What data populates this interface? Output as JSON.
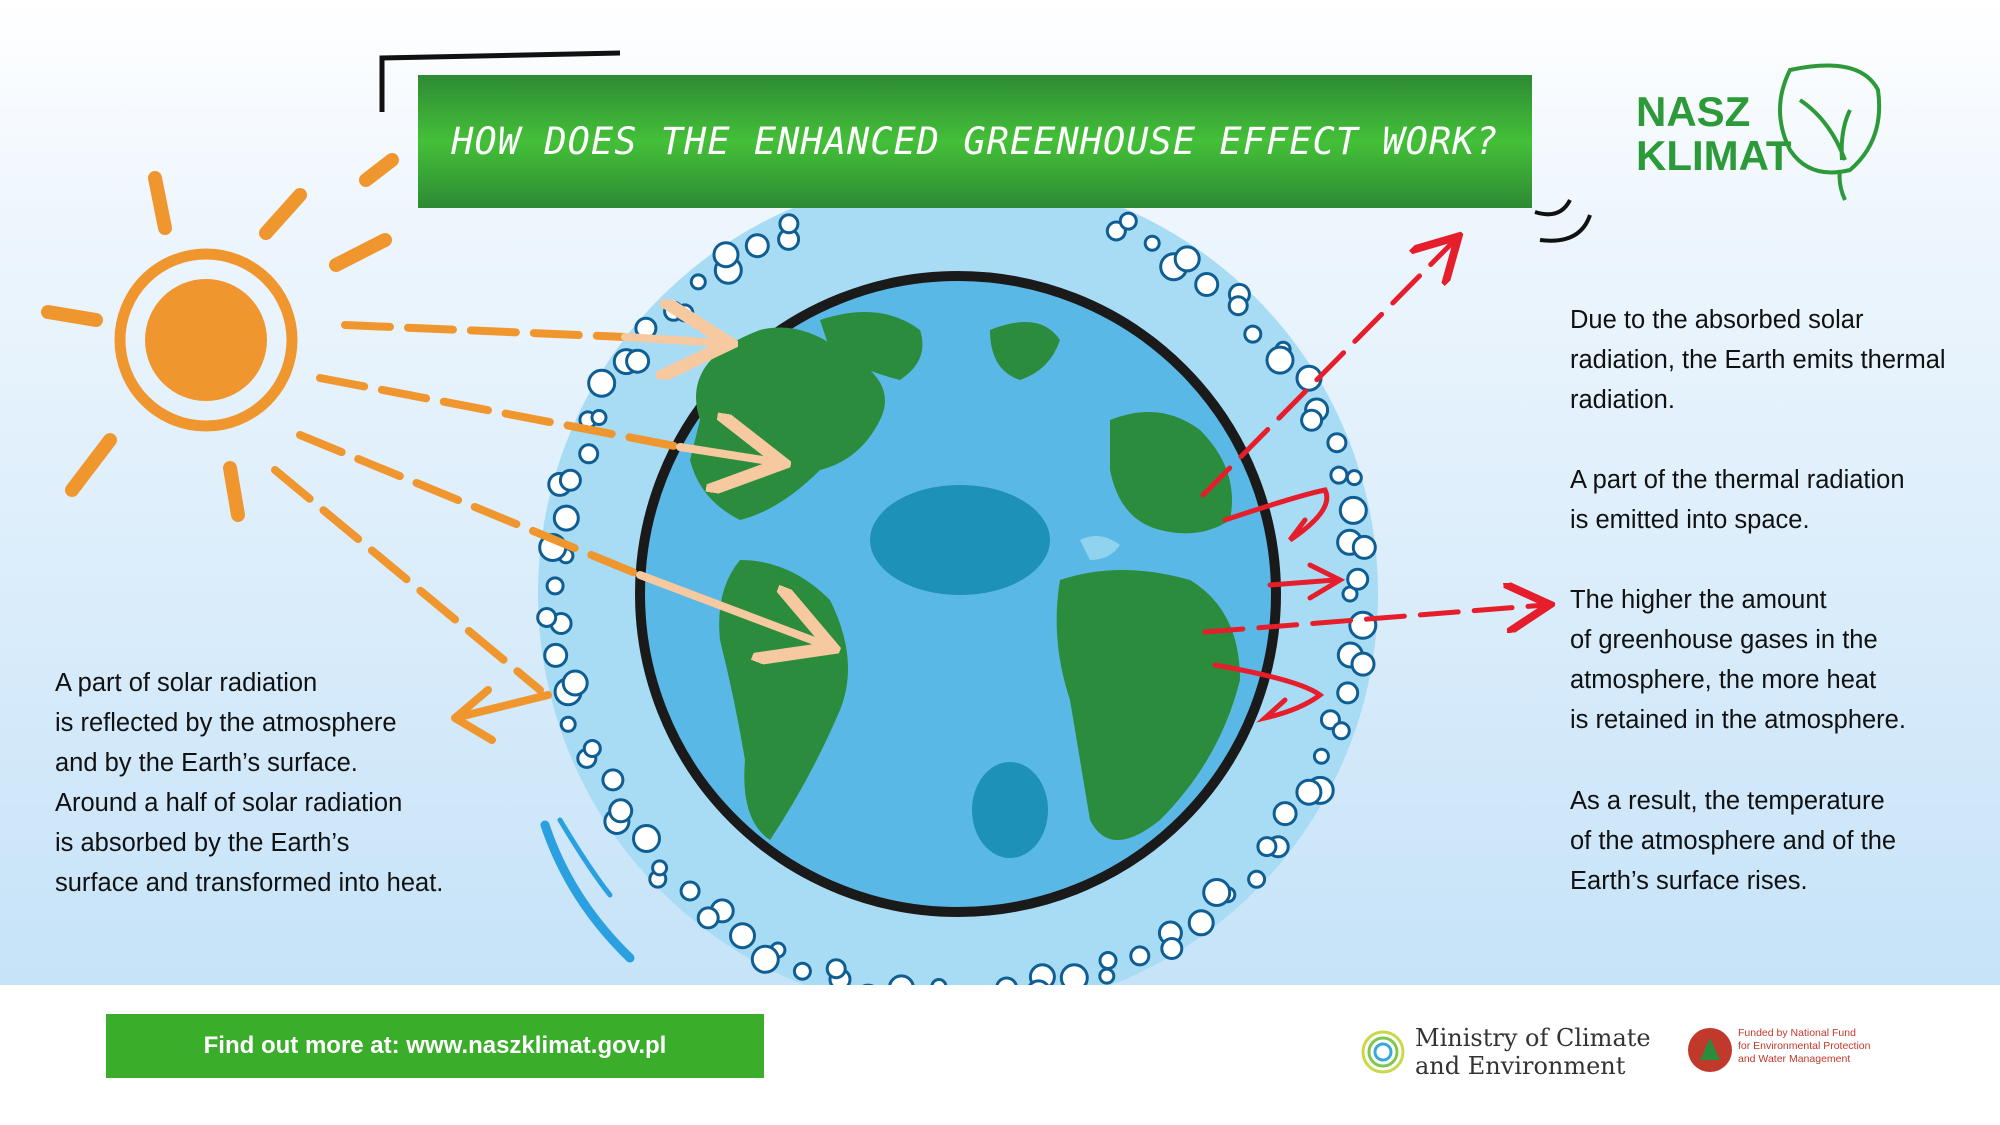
{
  "title": "HOW DOES THE ENHANCED GREENHOUSE EFFECT WORK?",
  "logo": {
    "line1": "NASZ",
    "line2": "KLIMAT",
    "icon": "leaf-icon"
  },
  "left_text": "A part of solar radiation\nis reflected by the atmosphere\nand by the Earth’s surface.\nAround a half of solar radiation\nis absorbed by the Earth’s\nsurface and transformed into heat.",
  "right_texts": [
    "Due to the absorbed solar\nradiation, the Earth emits thermal\nradiation.",
    "A part of the thermal radiation\nis emitted into space.",
    "The higher the amount\nof greenhouse gases in the\natmosphere, the more heat\nis retained in the atmosphere.",
    "As a result, the temperature\nof the atmosphere and of the\nEarth’s surface rises."
  ],
  "cta": "Find out more at: www.naszklimat.gov.pl",
  "ministry": "Ministry of Climate\nand Environment",
  "fund": "Funded by National Fund\nfor Environmental Protection\nand Water Management",
  "colors": {
    "title_bar": "#3aad2a",
    "sun": "#f0962e",
    "thermal": "#e61e2b",
    "ocean": "#5ab8e6",
    "land": "#2a8c3c",
    "atmosphere": "#a8dcf5"
  },
  "icons": [
    "sun-icon",
    "earth-icon",
    "leaf-icon",
    "ministry-logo-icon",
    "fund-logo-icon"
  ]
}
